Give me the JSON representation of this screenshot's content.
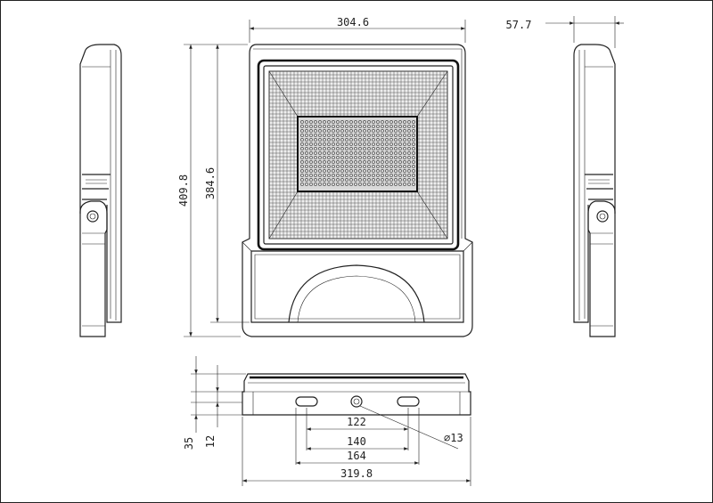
{
  "drawing": {
    "front_view": {
      "dimensions": {
        "width": "304.6",
        "height_total": "409.8",
        "height_body": "384.6"
      }
    },
    "side_view": {
      "dimensions": {
        "depth": "57.7"
      }
    },
    "bottom_view": {
      "dimensions": {
        "slot_spacing_inner": "122",
        "slot_spacing_mid": "140",
        "slot_spacing_outer": "164",
        "overall_width": "319.8",
        "height_total": "35",
        "height_step": "12",
        "hole_diameter": "⌀13"
      }
    }
  }
}
